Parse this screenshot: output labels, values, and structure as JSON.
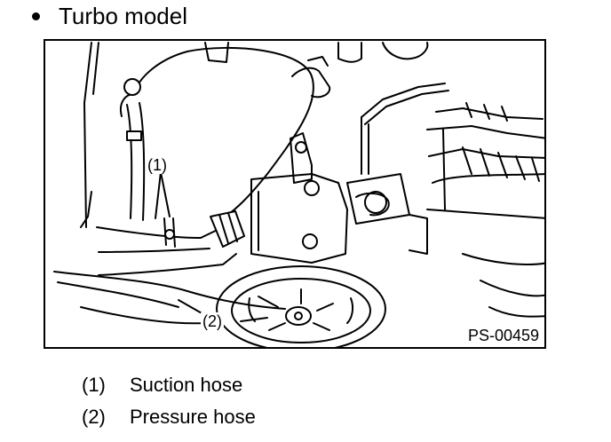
{
  "heading": {
    "text": "Turbo model"
  },
  "figure": {
    "code": "PS-00459",
    "callouts": [
      {
        "id": "1",
        "label": "(1)"
      },
      {
        "id": "2",
        "label": "(2)"
      }
    ]
  },
  "legend": [
    {
      "num": "(1)",
      "text": "Suction hose"
    },
    {
      "num": "(2)",
      "text": "Pressure hose"
    }
  ]
}
